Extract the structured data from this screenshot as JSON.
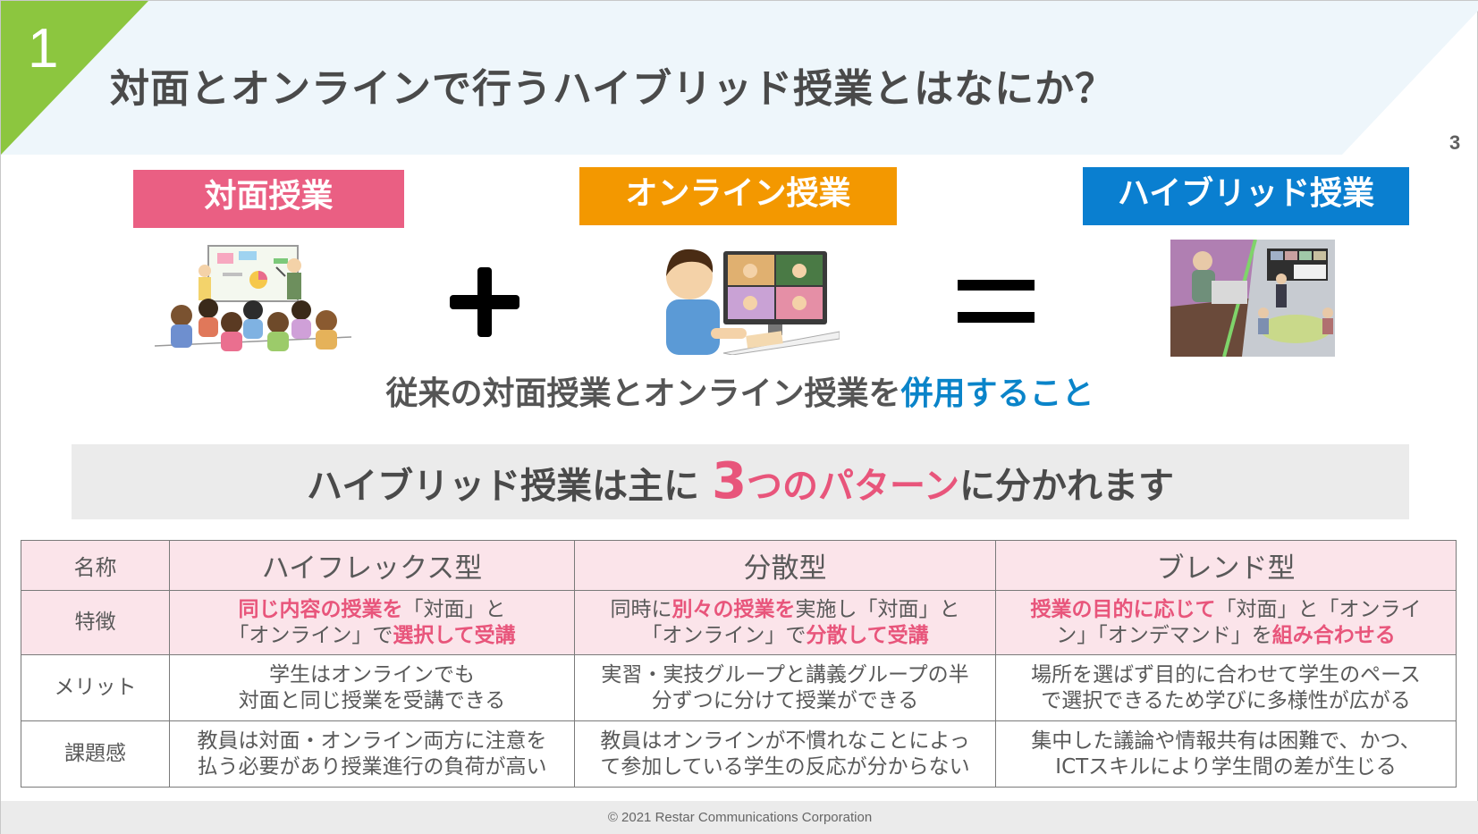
{
  "slide": {
    "section_number": "1",
    "title": "対面とオンラインで行うハイブリッド授業とはなにか？",
    "page_number": "3",
    "colors": {
      "green": "#8cc63f",
      "pink": "#ea5f83",
      "orange": "#f39800",
      "blue": "#0a7fd0",
      "header_bg": "#eef6fb"
    }
  },
  "labels": {
    "face_to_face": "対面授業",
    "online": "オンライン授業",
    "hybrid": "ハイブリッド授業"
  },
  "illustrations": {
    "face_to_face": "classroom-lecture-illustration",
    "online": "student-video-call-illustration",
    "hybrid": "hybrid-classroom-photo"
  },
  "operators": {
    "plus": "plus-icon",
    "equals": "equals-icon"
  },
  "caption": {
    "text": "従来の対面授業とオンライン授業を",
    "highlight": "併用すること"
  },
  "pattern": {
    "text_before": "ハイブリッド授業は主に",
    "number": "3",
    "highlight": "つのパターン",
    "text_after": "に分かれます"
  },
  "table": {
    "row_labels": [
      "名称",
      "特徴",
      "メリット",
      "課題感"
    ],
    "columns": [
      {
        "name": "ハイフレックス型",
        "feature": [
          {
            "em": "同じ内容の授業を"
          },
          {
            "t": "「対面」と"
          },
          {
            "br": true
          },
          {
            "t": "「オンライン」で"
          },
          {
            "em": "選択して受講"
          }
        ],
        "merit": [
          "学生はオンラインでも",
          "対面と同じ授業を受講できる"
        ],
        "issue": [
          "教員は対面・オンライン両方に注意を",
          "払う必要があり授業進行の負荷が高い"
        ]
      },
      {
        "name": "分散型",
        "feature": [
          {
            "t": "同時に"
          },
          {
            "em": "別々の授業を"
          },
          {
            "t": "実施し「対面」と"
          },
          {
            "br": true
          },
          {
            "t": "「オンライン」で"
          },
          {
            "em": "分散して受講"
          }
        ],
        "merit": [
          "実習・実技グループと講義グループの半",
          "分ずつに分けて授業ができる"
        ],
        "issue": [
          "教員はオンラインが不慣れなことによっ",
          "て参加している学生の反応が分からない"
        ]
      },
      {
        "name": "ブレンド型",
        "feature": [
          {
            "em": "授業の目的に応じて"
          },
          {
            "t": "「対面」と「オンライ"
          },
          {
            "br": true
          },
          {
            "t": "ン」「オンデマンド」を"
          },
          {
            "em": "組み合わせる"
          }
        ],
        "merit": [
          "場所を選ばず目的に合わせて学生のペース",
          "で選択できるため学びに多様性が広がる"
        ],
        "issue": [
          "集中した議論や情報共有は困難で、かつ、",
          "ICTスキルにより学生間の差が生じる"
        ]
      }
    ]
  },
  "footer": {
    "copyright": "© 2021  Restar Communications Corporation"
  }
}
